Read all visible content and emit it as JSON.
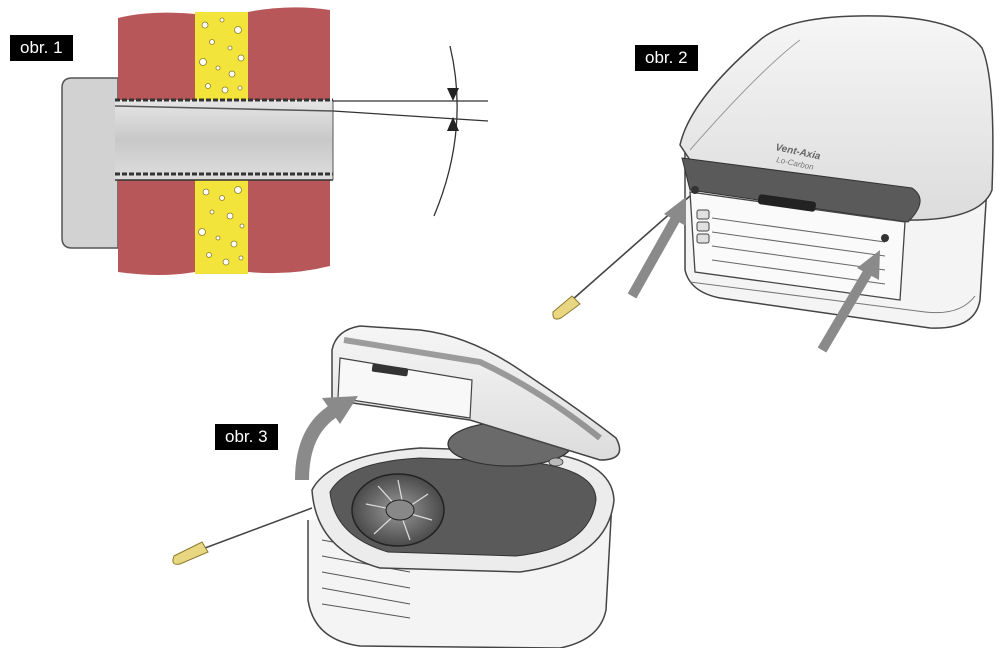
{
  "figures": [
    {
      "label": "obr. 1"
    },
    {
      "label": "obr. 2"
    },
    {
      "label": "obr. 3"
    }
  ],
  "brand": {
    "name": "Vent-Axia",
    "model": "Lo-Carbon"
  },
  "colors": {
    "wall_brick": "#b8575a",
    "insulation": "#f2e43a",
    "duct": "#cfcfcf",
    "fan_body": "#d0d0d0",
    "arrow": "#8a8a8a",
    "screwdriver_handle": "#e8d680",
    "label_bg": "#000000",
    "label_text": "#ffffff"
  }
}
